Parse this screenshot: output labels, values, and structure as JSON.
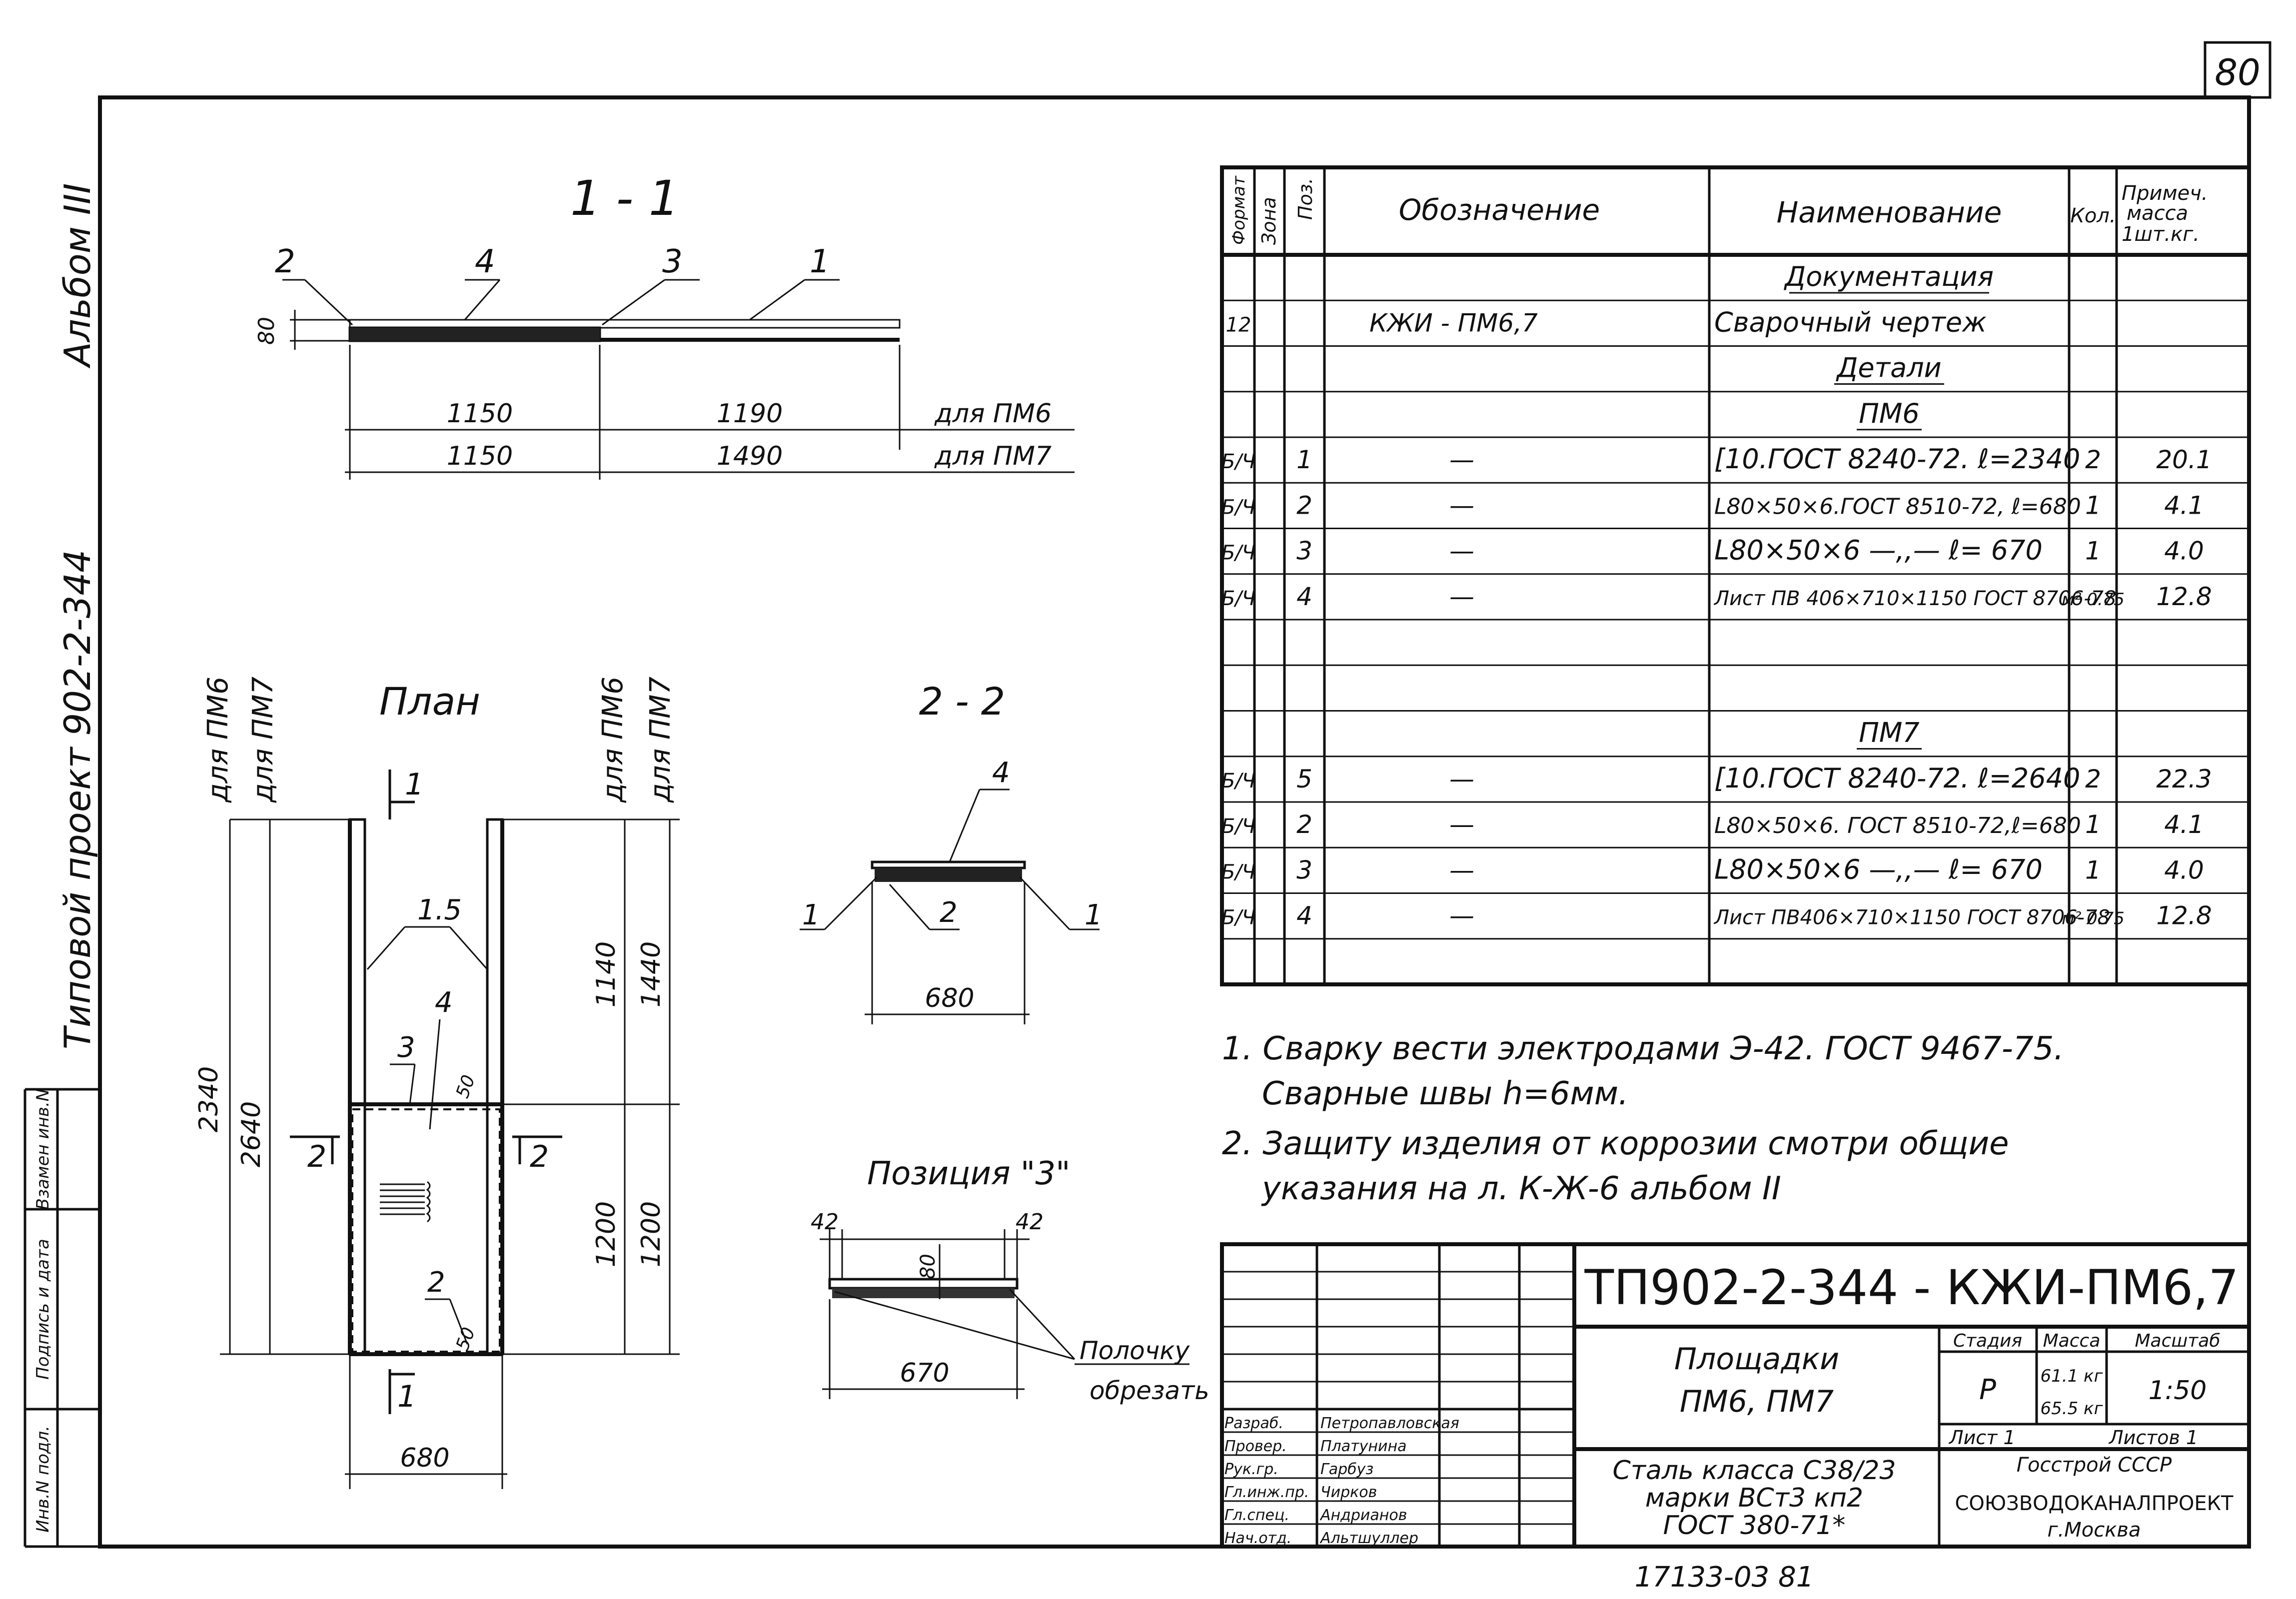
{
  "sheet": {
    "number": "80",
    "side_album": "Альбом III",
    "side_project": "Типовой проект 902-2-344",
    "stamp_columns": [
      "Инв.N подл.",
      "Подпись и дата",
      "Взамен инв.N"
    ]
  },
  "section_1_1": {
    "title": "1 - 1",
    "callouts": [
      "2",
      "4",
      "3",
      "1"
    ],
    "dim_80": "80",
    "row1": {
      "a": "1150",
      "b": "1190",
      "note": "для ПМ6"
    },
    "row2": {
      "a": "1150",
      "b": "1490",
      "note": "для ПМ7"
    }
  },
  "plan": {
    "title": "План",
    "left_col_labels": [
      "для ПМ6",
      "для ПМ7"
    ],
    "right_col_labels": [
      "для ПМ6",
      "для ПМ7"
    ],
    "cut_mark": "1",
    "cut_mark_bottom": "1",
    "side_cut_left": "2",
    "side_cut_right": "2",
    "callout_15": "1.5",
    "callout_4": "4",
    "callout_3": "3",
    "callout_2": "2",
    "dim_50_top": "50",
    "dim_50_bot": "50",
    "left_dims": [
      "2340",
      "2640"
    ],
    "right_dims_top": [
      "1140",
      "1440"
    ],
    "right_dims_bot": [
      "1200",
      "1200"
    ],
    "width": "680"
  },
  "section_2_2": {
    "title": "2 - 2",
    "callouts": [
      "4",
      "1",
      "2",
      "1"
    ],
    "width": "680"
  },
  "position3": {
    "title": "Позиция \"3\"",
    "left": "42",
    "right": "42",
    "height": "80",
    "length": "670",
    "note_line1": "Полочку",
    "note_line2": "обрезать"
  },
  "spec_table": {
    "headers": {
      "format": "Формат",
      "zone": "Зона",
      "pos": "Поз.",
      "designation": "Обозначение",
      "name": "Наименование",
      "qty": "Кол.",
      "note_line1": "Примеч.",
      "note_line2": "масса",
      "note_line3": "1шт.кг."
    },
    "rows": [
      {
        "format": "",
        "pos": "",
        "designation": "",
        "name": "Документация",
        "qty": "",
        "note": ""
      },
      {
        "format": "12",
        "pos": "",
        "designation": "КЖИ - ПМ6,7",
        "name": "Сварочный чертеж",
        "qty": "",
        "note": ""
      },
      {
        "format": "",
        "pos": "",
        "designation": "",
        "name": "Детали",
        "qty": "",
        "note": ""
      },
      {
        "format": "",
        "pos": "",
        "designation": "",
        "name": "ПМ6",
        "qty": "",
        "note": ""
      },
      {
        "format": "Б/Ч",
        "pos": "1",
        "designation": "—",
        "name": "[10.ГОСТ 8240-72. ℓ=2340",
        "qty": "2",
        "note": "20.1"
      },
      {
        "format": "Б/Ч",
        "pos": "2",
        "designation": "—",
        "name": "L80×50×6.ГОСТ 8510-72, ℓ=680",
        "qty": "1",
        "note": "4.1"
      },
      {
        "format": "Б/Ч",
        "pos": "3",
        "designation": "—",
        "name": "L80×50×6 —,,— ℓ= 670",
        "qty": "1",
        "note": "4.0"
      },
      {
        "format": "Б/Ч",
        "pos": "4",
        "designation": "—",
        "name": "Лист ПВ 406×710×1150 ГОСТ 8706-78",
        "qty": "м² 0.75",
        "note": "12.8"
      },
      {
        "format": "",
        "pos": "",
        "designation": "",
        "name": "",
        "qty": "",
        "note": ""
      },
      {
        "format": "",
        "pos": "",
        "designation": "",
        "name": "",
        "qty": "",
        "note": ""
      },
      {
        "format": "",
        "pos": "",
        "designation": "",
        "name": "ПМ7",
        "qty": "",
        "note": ""
      },
      {
        "format": "Б/Ч",
        "pos": "5",
        "designation": "—",
        "name": "[10.ГОСТ 8240-72. ℓ=2640",
        "qty": "2",
        "note": "22.3"
      },
      {
        "format": "Б/Ч",
        "pos": "2",
        "designation": "—",
        "name": "L80×50×6. ГОСТ 8510-72,ℓ=680",
        "qty": "1",
        "note": "4.1"
      },
      {
        "format": "Б/Ч",
        "pos": "3",
        "designation": "—",
        "name": "L80×50×6 —,,— ℓ= 670",
        "qty": "1",
        "note": "4.0"
      },
      {
        "format": "Б/Ч",
        "pos": "4",
        "designation": "—",
        "name": "Лист ПВ406×710×1150 ГОСТ 8706-78",
        "qty": "м² 0.75",
        "note": "12.8"
      },
      {
        "format": "",
        "pos": "",
        "designation": "",
        "name": "",
        "qty": "",
        "note": ""
      }
    ]
  },
  "notes": [
    "1. Сварку вести электродами Э-42. ГОСТ 9467-75.",
    "Сварные швы h=6мм.",
    "2. Защиту изделия от коррозии смотри общие",
    "указания на л. К-Ж-6 альбом II"
  ],
  "title_block": {
    "code": "ТП902-2-344 - КЖИ-ПМ6,7",
    "object_line1": "Площадки",
    "object_line2": "ПМ6, ПМ7",
    "material_line1": "Сталь класса С38/23",
    "material_line2": "марки ВСт3 кп2",
    "material_line3": "ГОСТ 380-71*",
    "stage_header": "Стадия",
    "mass_header": "Масса",
    "scale_header": "Масштаб",
    "stage": "Р",
    "mass1": "61.1 кг",
    "mass2": "65.5 кг",
    "scale": "1:50",
    "sheet_label": "Лист 1",
    "sheets_label": "Листов 1",
    "org1": "Госстрой СССР",
    "org2": "СОЮЗВОДОКАНАЛПРОЕКТ",
    "org3": "г.Москва",
    "roles": [
      {
        "role": "Разраб.",
        "name": "Петропавловская"
      },
      {
        "role": "Провер.",
        "name": "Платунина"
      },
      {
        "role": "Рук.гр.",
        "name": "Гарбуз"
      },
      {
        "role": "Гл.инж.пр.",
        "name": "Чирков"
      },
      {
        "role": "Гл.спец.",
        "name": "Андрианов"
      },
      {
        "role": "Нач.отд.",
        "name": "Альтшуллер"
      }
    ]
  },
  "bottom_number": "17133-03 81"
}
